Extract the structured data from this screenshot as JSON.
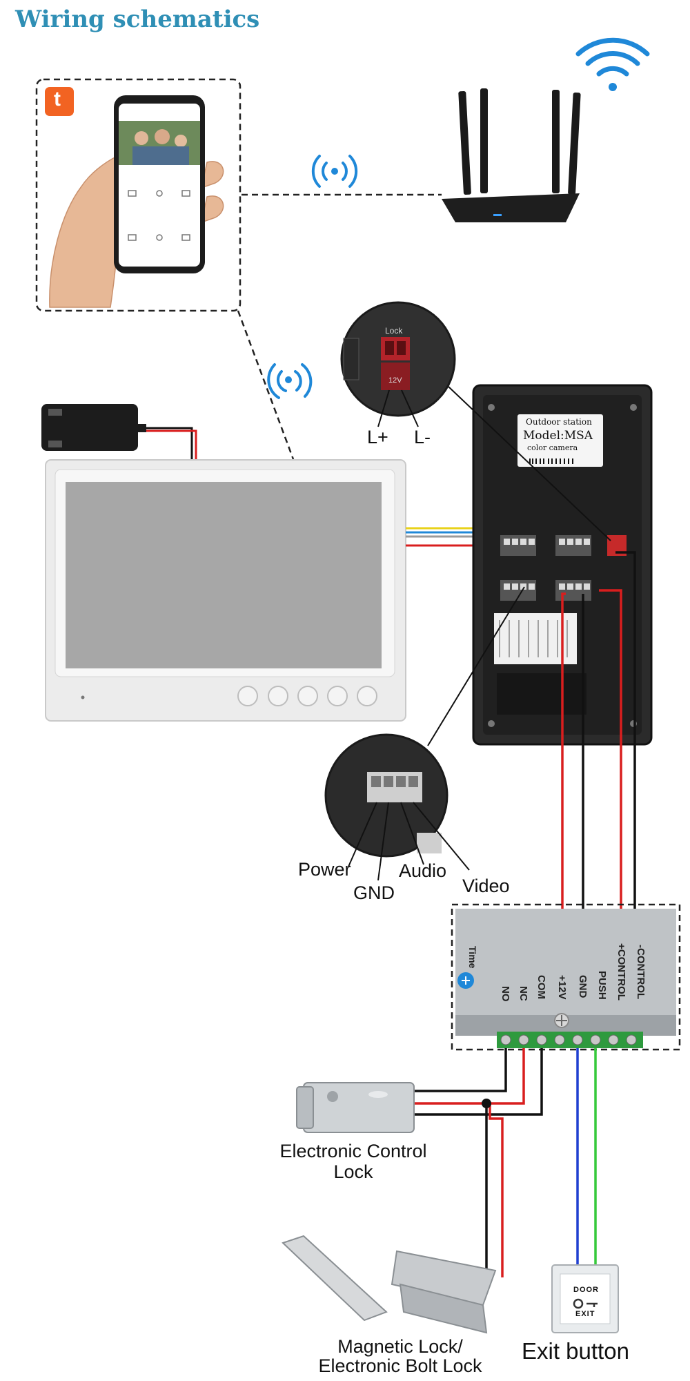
{
  "title": "Wiring schematics",
  "app_badge": "t",
  "outdoor_station": {
    "label_line1": "Outdoor station",
    "label_line2": "Model:MSA",
    "label_line3": "color camera",
    "lock_text": "Lock",
    "lock_voltage": "12V"
  },
  "lock_pins": {
    "plus": "L+",
    "minus": "L-"
  },
  "terminal_labels": {
    "power": "Power",
    "gnd": "GND",
    "audio": "Audio",
    "video": "Video"
  },
  "controller": {
    "time_label": "Time",
    "pins": [
      "NO",
      "NC",
      "COM",
      "+12V",
      "GND",
      "PUSH",
      "+CONTROL",
      "-CONTROL"
    ]
  },
  "devices": {
    "electronic_lock_line1": "Electronic Control",
    "electronic_lock_line2": "Lock",
    "magnetic_lock_line1": "Magnetic  Lock/",
    "magnetic_lock_line2": "Electronic Bolt Lock",
    "exit_button": "Exit button",
    "exit_plate_top": "DOOR",
    "exit_plate_bottom": "EXIT"
  },
  "colors": {
    "title": "#2f8fb5",
    "wifi": "#1f88d8",
    "wire_red": "#d91e1e",
    "wire_black": "#111111",
    "wire_blue": "#1f3fd0",
    "wire_green": "#35c93a",
    "wire_yellow": "#e8d21a",
    "wire_white": "#e8e8e8",
    "terminal_green": "#2e9a3e"
  }
}
